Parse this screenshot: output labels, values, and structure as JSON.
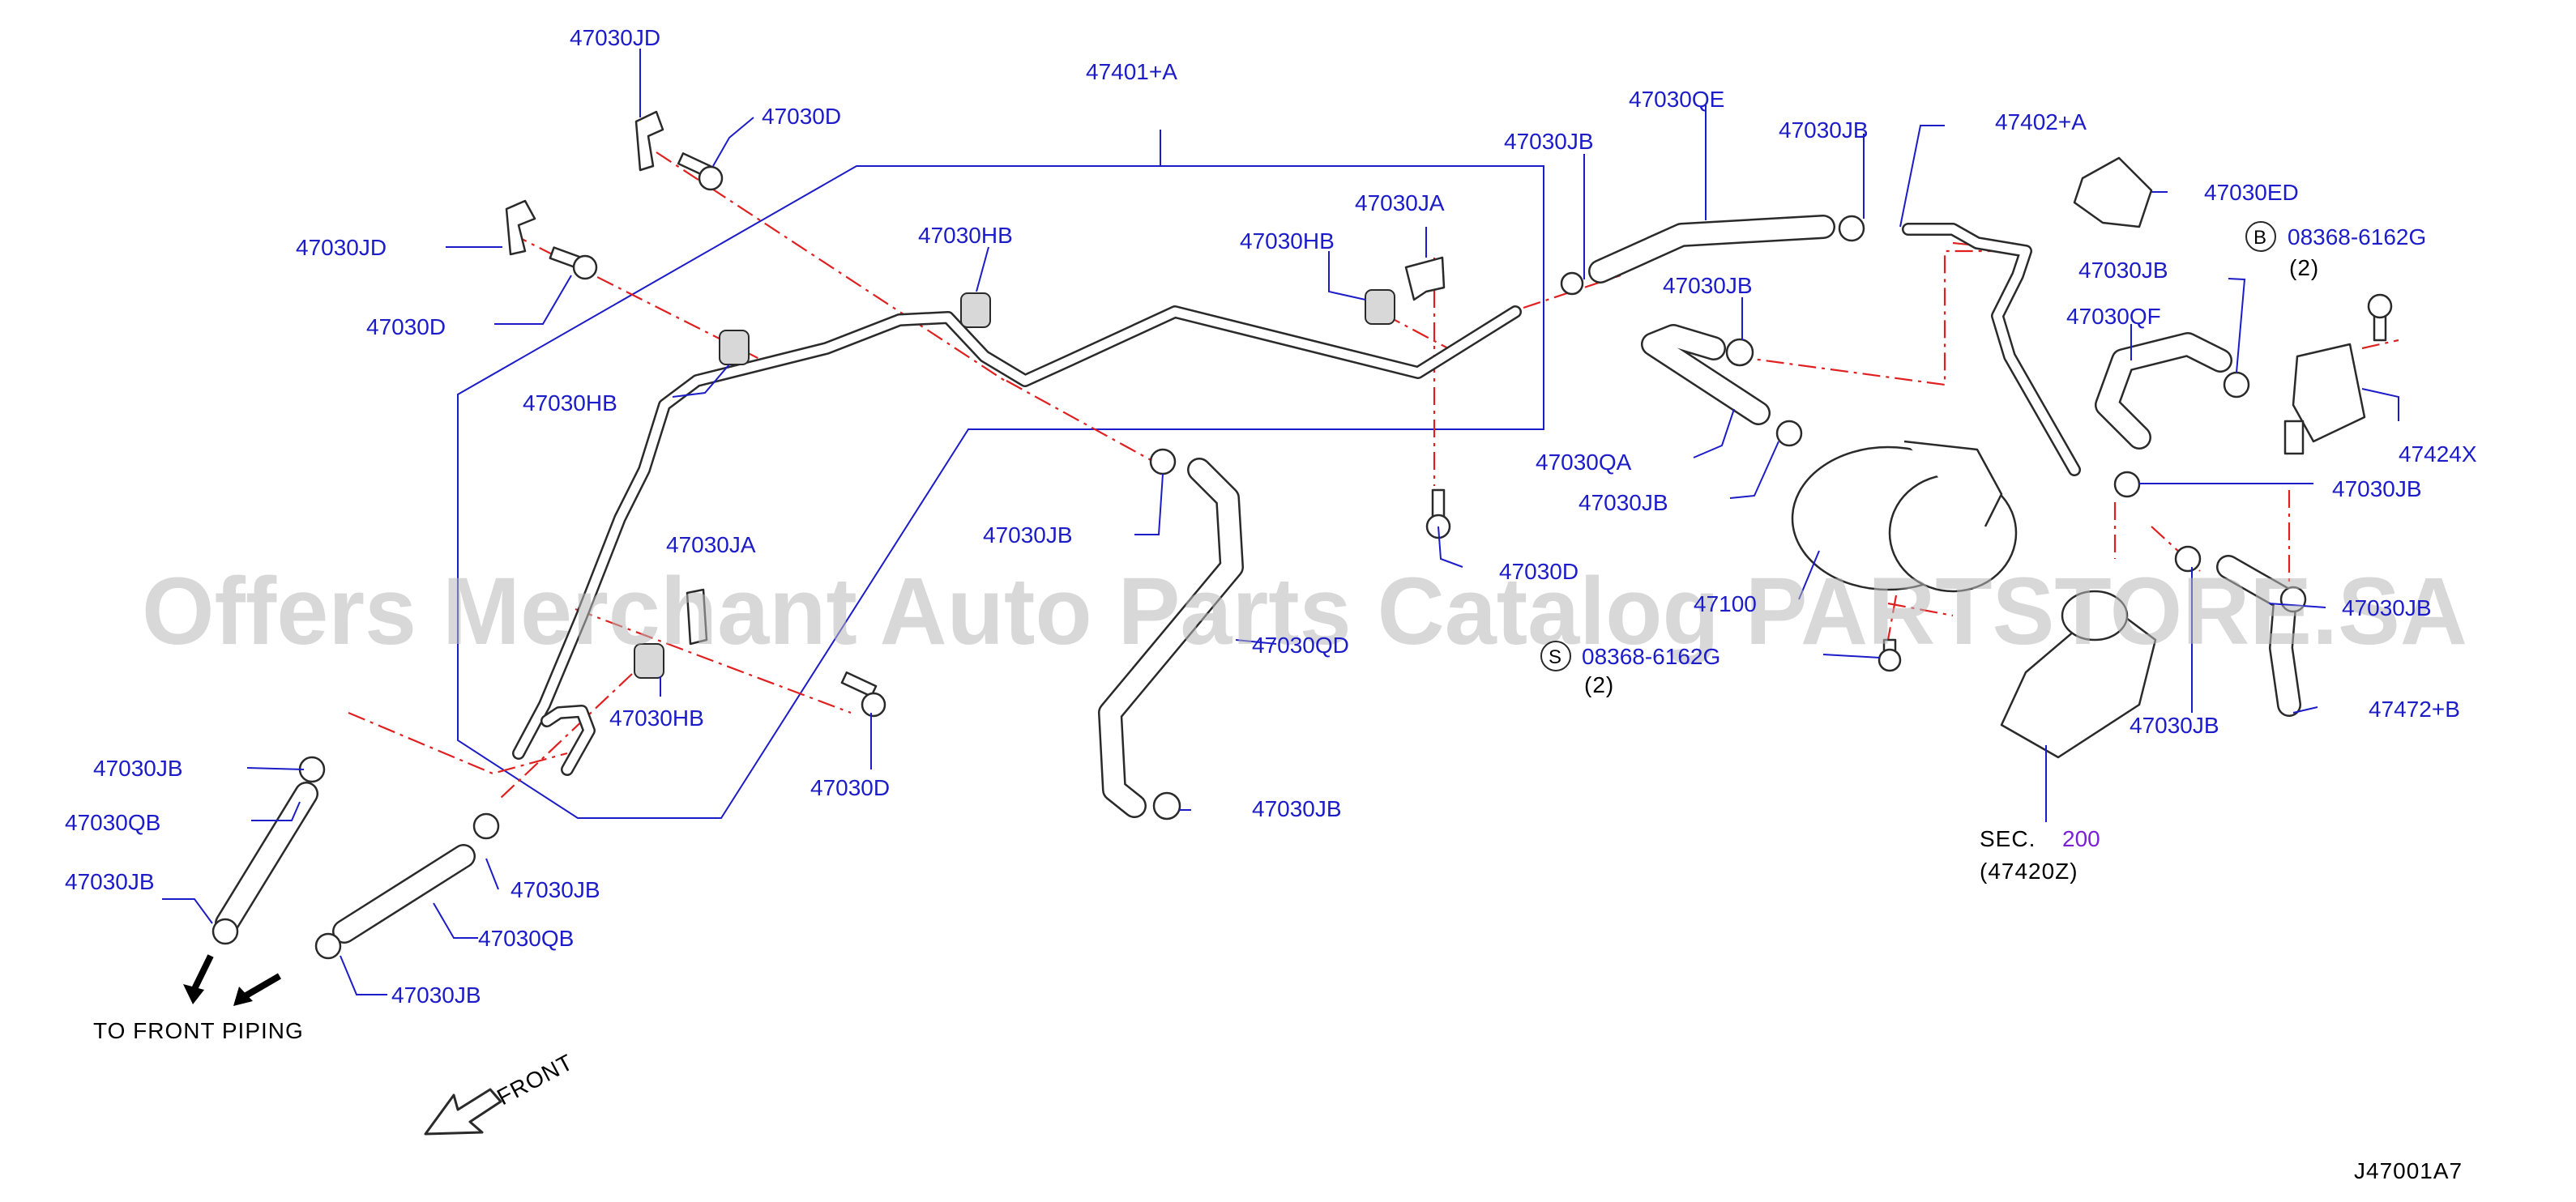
{
  "labels": {
    "jd_top": "47030JD",
    "d_top": "47030D",
    "a401": "47401+A",
    "jb_upper": "47030JB",
    "qe": "47030QE",
    "jb_upper2": "47030JB",
    "a402": "47402+A",
    "ed": "47030ED",
    "b_part": "08368-6162G",
    "b_qty": "(2)",
    "jd_left": "47030JD",
    "d_left": "47030D",
    "hb_mid": "47030HB",
    "ja_top": "47030JA",
    "hb_center": "47030HB",
    "jb_hose": "47030JB",
    "jb_mid_right": "47030JB",
    "qf": "47030QF",
    "hb_left": "47030HB",
    "x424": "47424X",
    "qa": "47030QA",
    "jb_qa": "47030JB",
    "jb_far_right": "47030JB",
    "jb_center": "47030JB",
    "d_center": "47030D",
    "ja_lower": "47030JA",
    "canister": "47100",
    "qd": "47030QD",
    "jb_right_edge": "47030JB",
    "s_part": "08368-6162G",
    "s_qty": "(2)",
    "hb_lower": "47030HB",
    "d_lower": "47030D",
    "a472": "47472+B",
    "jb_canister": "47030JB",
    "jb_left1": "47030JB",
    "qb_left": "47030QB",
    "jb_left2": "47030JB",
    "jb_mid_lower": "47030JB",
    "qb_mid": "47030QB",
    "jb_lower": "47030JB",
    "jb_bottom_hose": "47030JB",
    "sec_prefix": "SEC.",
    "sec_num": "200",
    "sec_sub": "(47420Z)",
    "to_front": "TO   FRONT   PIPING",
    "front": "FRONT",
    "diagram_id": "J47001A7",
    "circle_b": "B",
    "circle_s": "S"
  },
  "watermark": "Offers Merchant Auto Parts Catalog PARTSTORE.SA",
  "colors": {
    "label": "#1c1cc8",
    "leader": "#1c1cc8",
    "dash_line": "#e02020",
    "section_ref": "#7a1fd6",
    "line_art": "#2a2a2a"
  }
}
